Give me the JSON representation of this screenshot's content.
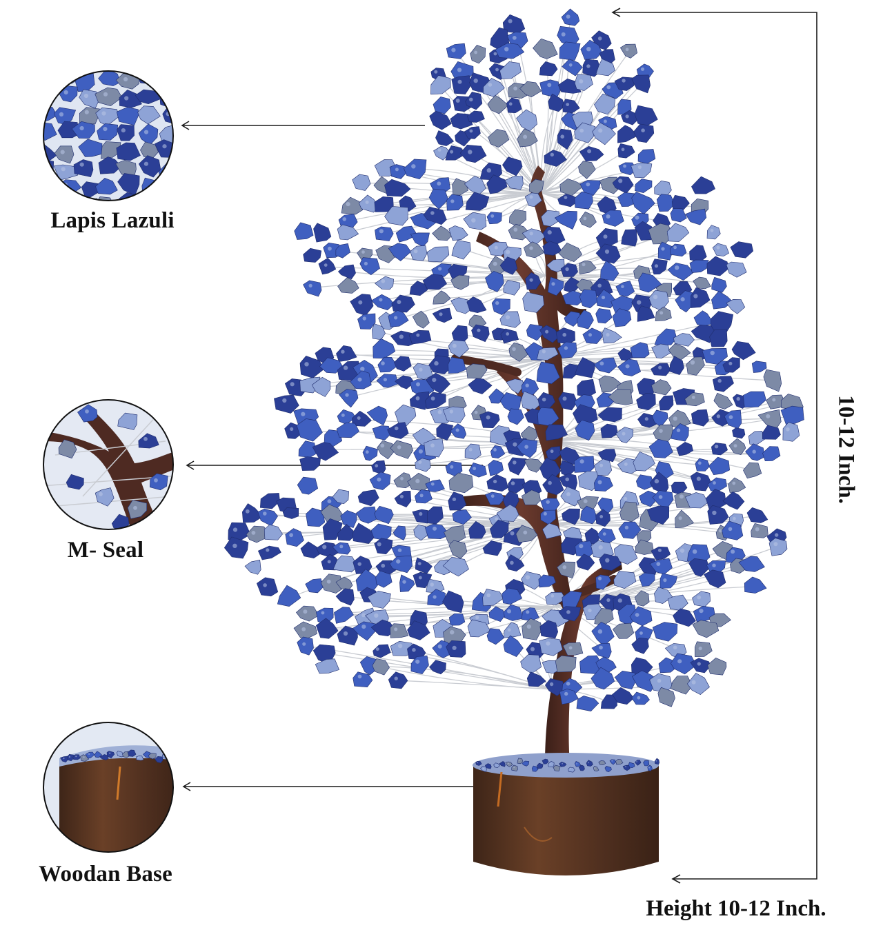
{
  "callouts": [
    {
      "id": "stones",
      "label": "Lapis Lazuli",
      "image": "lapis-stones-closeup"
    },
    {
      "id": "seal",
      "label": "M- Seal",
      "image": "trunk-joint-closeup"
    },
    {
      "id": "base",
      "label": "Woodan Base",
      "image": "wooden-base-closeup"
    }
  ],
  "dimension": {
    "vertical_label": "10-12 Inch.",
    "bottom_label": "Height 10-12 Inch."
  },
  "product": {
    "subject": "lapis-lazuli-gemstone-tree",
    "parts": [
      "gemstone-leaves",
      "silver-wire-branches",
      "brown-trunk",
      "wooden-base"
    ]
  },
  "colors": {
    "background": "#ffffff",
    "text": "#111111",
    "line": "#1a1a1a",
    "stone_dark": "#2b3f96",
    "stone_mid": "#3f5fc0",
    "stone_light": "#8ea3d6",
    "stone_grey": "#7d8aa6",
    "wire": "#c9ccd2",
    "trunk": "#4e2a22",
    "trunk_light": "#6b3a2e",
    "base": "#5a3522",
    "base_dark": "#3e2518"
  }
}
